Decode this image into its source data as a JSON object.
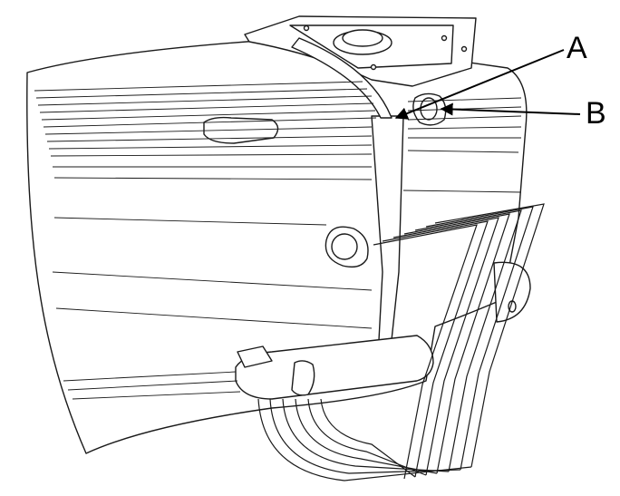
{
  "callouts": [
    {
      "id": "A",
      "label": "A"
    },
    {
      "id": "B",
      "label": "B"
    }
  ],
  "colors": {
    "line": "#1a1a1a",
    "background": "#ffffff",
    "fill": "#ffffff"
  }
}
